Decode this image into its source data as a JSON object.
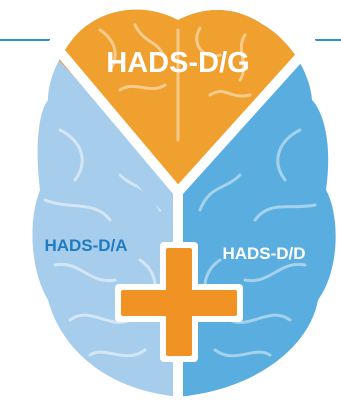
{
  "diagram": {
    "labels": {
      "top": "HADS-D/G",
      "left": "HADS-D/A",
      "right": "HADS-D/D"
    },
    "colors": {
      "top_region": "#f0a02e",
      "left_region": "#a7cdec",
      "right_region": "#5aaddf",
      "plus_sign": "#f09324",
      "dividers": "#ffffff",
      "label_top": "#ffffff",
      "label_left": "#1f7cc0",
      "label_right": "#ffffff",
      "outer_lines": "#2d8fd1"
    },
    "icons": [
      "brain-illustration",
      "plus-icon"
    ]
  }
}
